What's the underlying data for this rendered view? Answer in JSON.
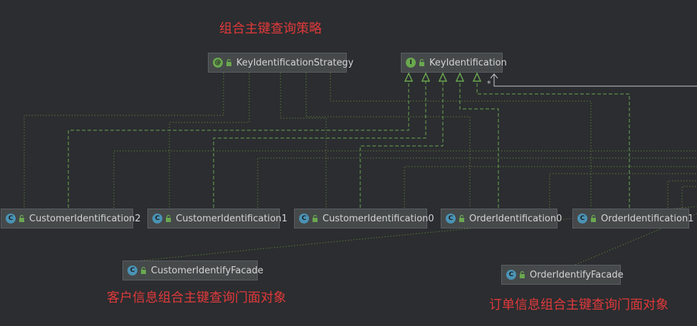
{
  "title": "组合主键查询策略",
  "customer_caption": "客户信息组合主键查询门面对象",
  "order_caption": "订单信息组合主键查询门面对象",
  "multiplicity": "*",
  "nodes": {
    "strategy": {
      "name": "KeyIdentificationStrategy",
      "kind": "@"
    },
    "key": {
      "name": "KeyIdentification",
      "kind": "I"
    },
    "cust2": {
      "name": "CustomerIdentification2",
      "kind": "C"
    },
    "cust1": {
      "name": "CustomerIdentification1",
      "kind": "C"
    },
    "cust0": {
      "name": "CustomerIdentification0",
      "kind": "C"
    },
    "order0": {
      "name": "OrderIdentification0",
      "kind": "C"
    },
    "order1": {
      "name": "OrderIdentification1",
      "kind": "C"
    },
    "custFacade": {
      "name": "CustomerIdentifyFacade",
      "kind": "C"
    },
    "orderFacade": {
      "name": "OrderIdentifyFacade",
      "kind": "C"
    }
  },
  "colors": {
    "background": "#2b2d30",
    "node_fill": "#45494a",
    "node_border": "#5a5e62",
    "inherit_line": "#6aa84f",
    "dependency_line": "#5c7a3a",
    "association_line": "#c8c8c8",
    "caption": "#e0393a"
  }
}
